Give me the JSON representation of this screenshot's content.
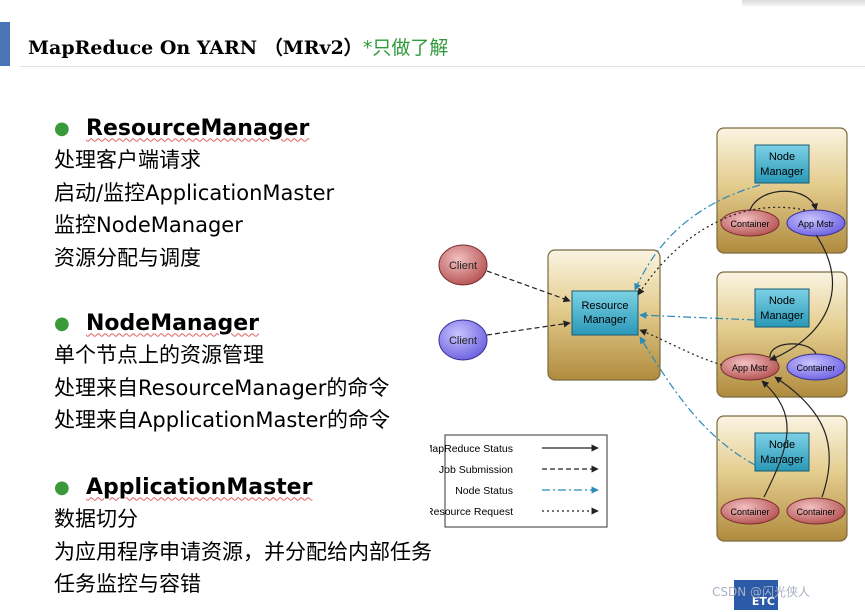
{
  "title": {
    "main": "MapReduce On YARN （MRv2）",
    "note": "*只做了解"
  },
  "sections": [
    {
      "heading": "ResourceManager",
      "lines": [
        "处理客户端请求",
        "启动/监控ApplicationMaster",
        "监控NodeManager",
        "资源分配与调度"
      ]
    },
    {
      "heading": "NodeManager",
      "lines": [
        "单个节点上的资源管理",
        "处理来自ResourceManager的命令",
        "处理来自ApplicationMaster的命令"
      ]
    },
    {
      "heading": "ApplicationMaster",
      "lines": [
        "数据切分",
        "为应用程序申请资源，并分配给内部任务",
        "任务监控与容错"
      ]
    }
  ],
  "diagram": {
    "clients": [
      "Client",
      "Client"
    ],
    "resource_manager": {
      "line1": "Resource",
      "line2": "Manager"
    },
    "nodes": [
      {
        "line1": "Node",
        "line2": "Manager",
        "left": "Container",
        "right": "App Mstr"
      },
      {
        "line1": "Node",
        "line2": "Manager",
        "left": "App Mstr",
        "right": "Container"
      },
      {
        "line1": "Node",
        "line2": "Manager",
        "left": "Container",
        "right": "Container"
      }
    ],
    "legend": [
      "MapReduce Status",
      "Job Submission",
      "Node Status",
      "Resource Request"
    ],
    "colors": {
      "box_fill": "#c9a65a",
      "manager_fill": "#3aa7c4",
      "container_fill": "#c86a6a",
      "appmstr_fill": "#8a86dd",
      "client_red": "#c85a5a",
      "client_blue": "#7a70ea"
    }
  },
  "footer": {
    "credit": "CSDN @闪光侠人",
    "logo_text": "ETC"
  }
}
